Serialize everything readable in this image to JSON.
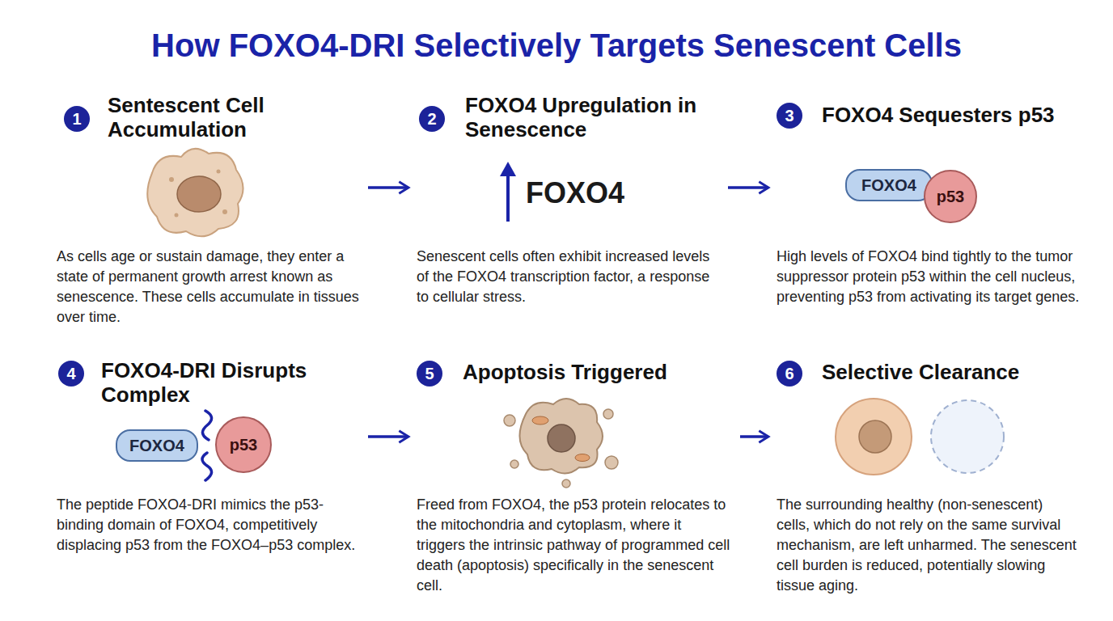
{
  "diagram": {
    "title": "How FOXO4-DRI Selectively Targets Senescent Cells",
    "nodes": [
      {
        "text": [
          "Sentescent Cell Accumulation",
          "As cells age or sustain damage, they enter a state of permanent growth arrest known as senescence. These cells accumulate in tissues over time."
        ]
      },
      {
        "text": [
          "1"
        ],
        "in": 0
      },
      {
        "text": [
          "FOXO4 Upregulation in Senescence",
          "Senescent cells often exhibit increased levels of the FOXO4 transcription factor, a response to cellular stress."
        ]
      },
      {
        "text": [
          "2"
        ],
        "in": 2
      },
      {
        "text": [
          "FOXO4 Sequesters p53",
          "High levels of FOXO4 bind tightly to the tumor suppressor protein p53 within the cell nucleus, preventing p53 from activating its target genes."
        ]
      },
      {
        "text": [
          "3"
        ],
        "in": 4
      },
      {
        "text": [
          "FOXO4"
        ],
        "in": 4
      },
      {
        "text": [
          "p53"
        ],
        "in": 4
      },
      {
        "text": [
          "FOXO4-DRI Disrupts Complex",
          "The peptide FOXO4-DRI mimics the p53-binding domain of FOXO4, competitively displacing p53 from the FOXO4–p53 complex."
        ]
      },
      {
        "text": [
          "4"
        ],
        "in": 8
      },
      {
        "text": [
          "FOXO4"
        ],
        "in": 8
      },
      {
        "text": [
          "p53"
        ],
        "in": 8
      },
      {
        "text": [
          "Apoptosis Triggered",
          "Freed from FOXO4, the p53 protein relocates to the mitochondria and cytoplasm, where it triggers the intrinsic pathway of programmed cell death (apoptosis) specifically in the senescent cell."
        ]
      },
      {
        "text": [
          "5"
        ],
        "in": 12
      },
      {
        "text": [
          "Selective Clearance",
          "The surrounding healthy (non-senescent) cells, which do not rely on the same survival mechanism, are left unharmed. The senescent cell burden is reduced, potentially slowing tissue aging."
        ]
      },
      {
        "text": [
          "6"
        ],
        "in": 14
      }
    ],
    "edges": [
      {
        "from": 0,
        "to": 2,
        "arrow": "to"
      },
      {
        "from": 2,
        "to": 4,
        "arrow": "to"
      },
      {
        "from": 8,
        "to": 12,
        "arrow": "to"
      },
      {
        "from": 12,
        "to": 14,
        "arrow": "to"
      }
    ],
    "labels": [
      "FOXO4"
    ]
  }
}
